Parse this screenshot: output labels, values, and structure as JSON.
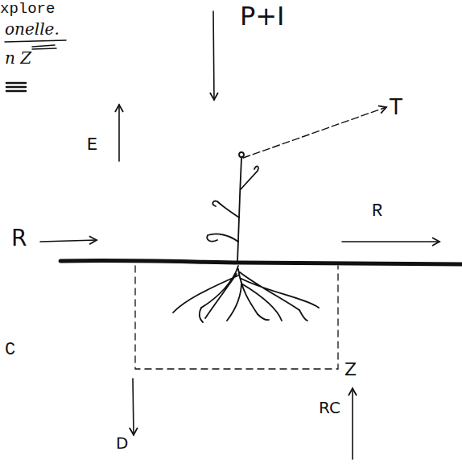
{
  "diagram": {
    "labels": [
      "xplore",
      "onelle.",
      "n Z",
      "P+I",
      "T",
      "E",
      "R",
      "R",
      "C",
      "Z",
      "RC",
      "D"
    ]
  }
}
